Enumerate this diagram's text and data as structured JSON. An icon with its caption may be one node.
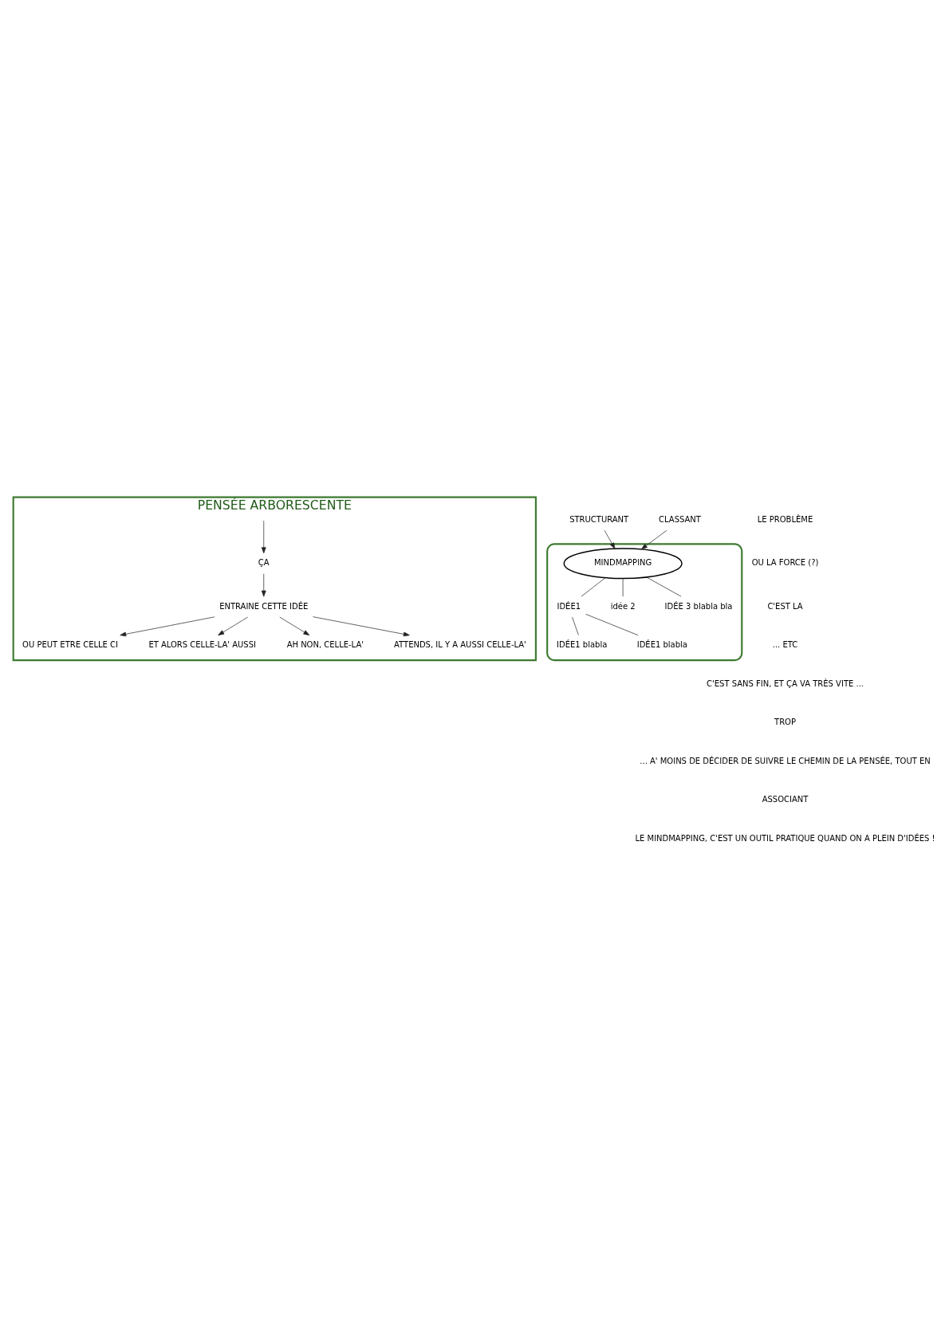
{
  "diagram": {
    "nodes": [
      {
        "text": [
          "PENSÉE ARBORESCENTE"
        ]
      },
      {
        "text": [
          "ÇA"
        ],
        "in": 0
      },
      {
        "text": [
          "ENTRAINE CETTE IDÉE"
        ],
        "in": 0
      },
      {
        "text": [
          "OU PEUT ETRE CELLE CI"
        ],
        "in": 0
      },
      {
        "text": [
          "ET ALORS CELLE-LA' AUSSI"
        ],
        "in": 0
      },
      {
        "text": [
          "AH NON, CELLE-LA'"
        ],
        "in": 0
      },
      {
        "text": [
          "ATTENDS, IL Y A AUSSI CELLE-LA'"
        ],
        "in": 0
      },
      {
        "text": [],
        "shape": "cloud"
      },
      {
        "text": [
          "MINDMAPPING"
        ],
        "in": 7
      },
      {
        "text": [
          "IDÉE1"
        ],
        "in": 7
      },
      {
        "text": [
          "IDÉE1 blabla"
        ],
        "in": 7
      },
      {
        "text": [
          "IDÉE1 blabla"
        ],
        "in": 7
      },
      {
        "text": [
          "idée 2"
        ],
        "in": 7
      },
      {
        "text": [
          "IDÉE 3 blabla bla"
        ],
        "in": 7
      },
      {
        "text": [
          "STRUCTURANT"
        ]
      },
      {
        "text": [
          "CLASSANT"
        ]
      }
    ],
    "edges": [
      {
        "from": null,
        "to": 1,
        "arrow": "to"
      },
      {
        "from": 1,
        "to": 2,
        "arrow": "to"
      },
      {
        "from": 2,
        "to": 3,
        "arrow": "to"
      },
      {
        "from": 2,
        "to": 4,
        "arrow": "to"
      },
      {
        "from": 2,
        "to": 5,
        "arrow": "to"
      },
      {
        "from": 2,
        "to": 6,
        "arrow": "to"
      },
      {
        "from": 14,
        "to": 8,
        "arrow": "to"
      },
      {
        "from": 15,
        "to": 8,
        "arrow": "to"
      },
      {
        "from": 8,
        "to": 9,
        "arrow": "none"
      },
      {
        "from": 9,
        "to": 10,
        "arrow": "none"
      },
      {
        "from": 9,
        "to": 11,
        "arrow": "none"
      },
      {
        "from": 8,
        "to": 12,
        "arrow": "none"
      },
      {
        "from": 8,
        "to": 13,
        "arrow": "none"
      }
    ],
    "labels": [
      "LE PROBLÈME",
      "OU LA FORCE (?)",
      "C'EST LA",
      "... ETC",
      "C'EST SANS FIN, ET ÇA VA TRÈS VITE ...",
      "TROP",
      "... A' MOINS DE DÉCIDER DE SUIVRE LE CHEMIN DE LA PENSÉE, TOUT EN",
      "ASSOCIANT",
      "LE MINDMAPPING, C'EST UN OUTIL PRATIQUE QUAND ON A PLEIN D'IDÉES !"
    ]
  }
}
